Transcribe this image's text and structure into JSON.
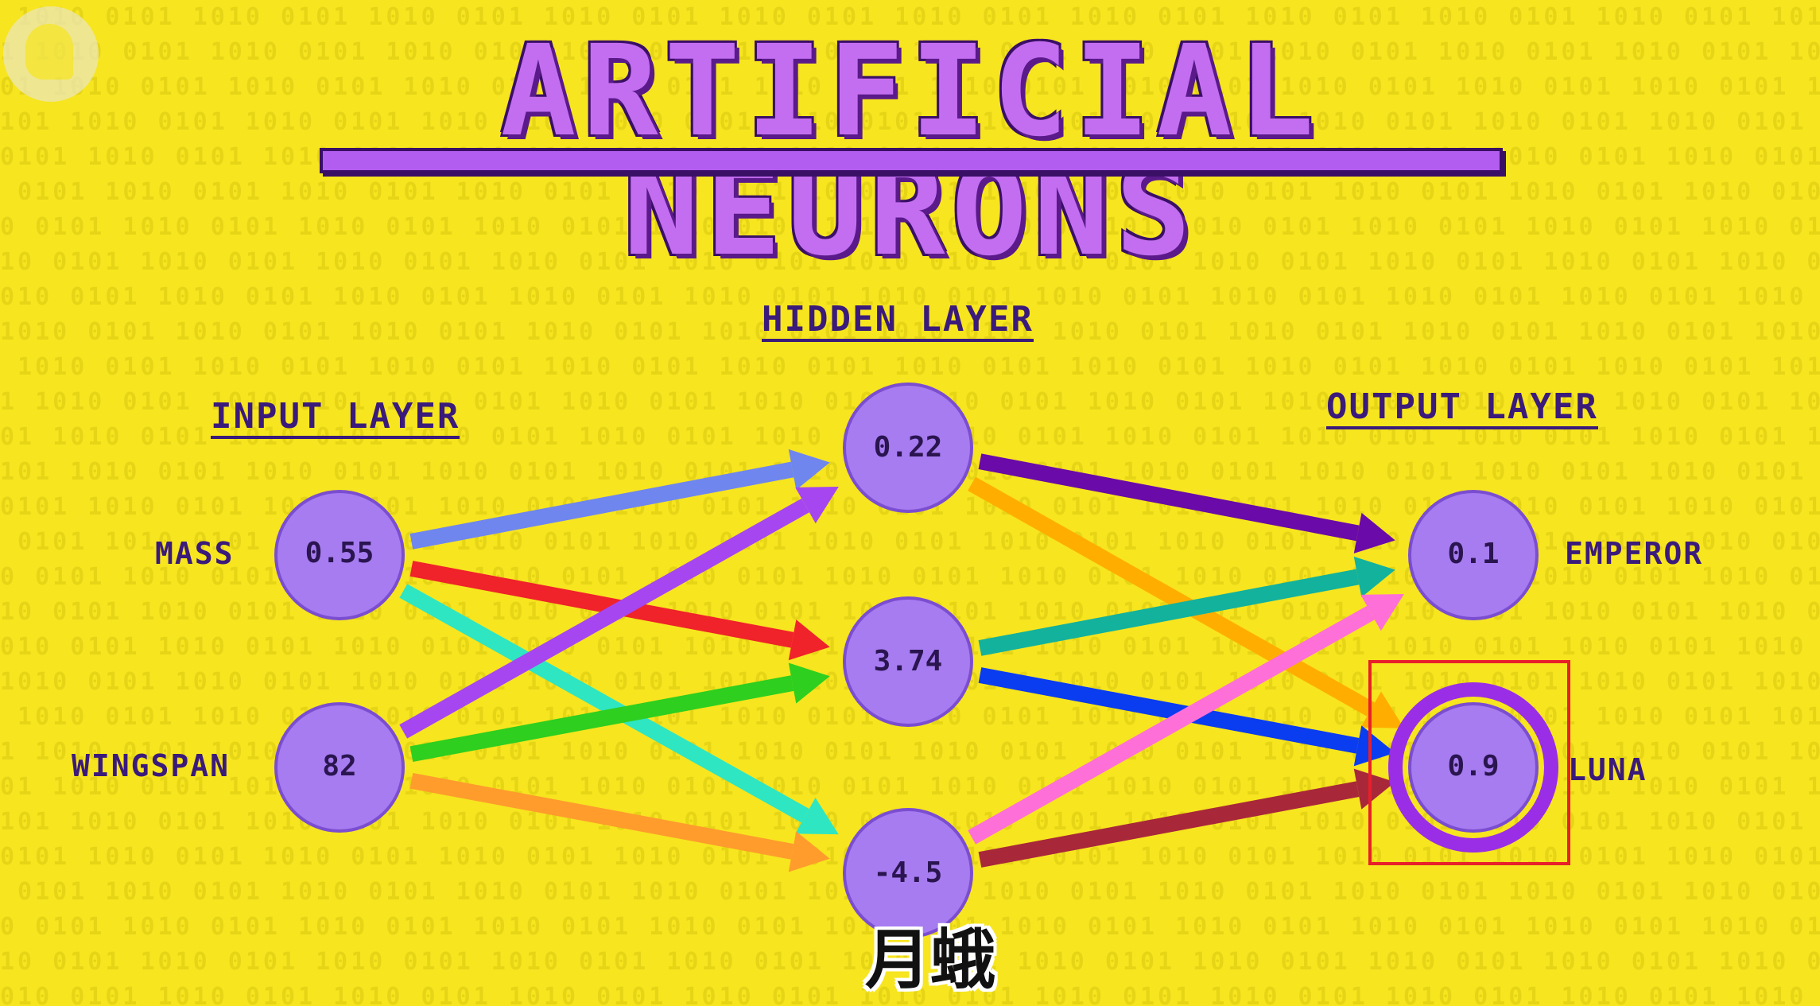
{
  "title": "ARTIFICIAL NEURONS",
  "layers": {
    "input": "INPUT LAYER",
    "hidden": "HIDDEN LAYER",
    "output": "OUTPUT LAYER"
  },
  "inputs": [
    {
      "label": "MASS",
      "value": "0.55"
    },
    {
      "label": "WINGSPAN",
      "value": "82"
    }
  ],
  "hidden": [
    {
      "value": "0.22"
    },
    {
      "value": "3.74"
    },
    {
      "value": "-4.5"
    }
  ],
  "outputs": [
    {
      "label": "EMPEROR",
      "value": "0.1"
    },
    {
      "label": "LUNA",
      "value": "0.9"
    }
  ],
  "subtitle": "月蛾",
  "colors": {
    "background": "#f7e51f",
    "node_fill": "#a77cf0",
    "node_stroke": "#7b4dd0",
    "highlight_box": "#e8202a"
  },
  "edges": [
    {
      "from": "input-0",
      "to": "hidden-0",
      "color": "#6f86ee"
    },
    {
      "from": "input-0",
      "to": "hidden-1",
      "color": "#f0222a"
    },
    {
      "from": "input-0",
      "to": "hidden-2",
      "color": "#2ee6c2"
    },
    {
      "from": "input-1",
      "to": "hidden-0",
      "color": "#a646f0"
    },
    {
      "from": "input-1",
      "to": "hidden-1",
      "color": "#2ecf1e"
    },
    {
      "from": "input-1",
      "to": "hidden-2",
      "color": "#ff9c2c"
    },
    {
      "from": "hidden-0",
      "to": "output-0",
      "color": "#6a0aa8"
    },
    {
      "from": "hidden-0",
      "to": "output-1",
      "color": "#ffae00"
    },
    {
      "from": "hidden-1",
      "to": "output-0",
      "color": "#13b29c"
    },
    {
      "from": "hidden-1",
      "to": "output-1",
      "color": "#0a3cf0"
    },
    {
      "from": "hidden-2",
      "to": "output-0",
      "color": "#ff6fd8"
    },
    {
      "from": "hidden-2",
      "to": "output-1",
      "color": "#a8283a"
    }
  ]
}
